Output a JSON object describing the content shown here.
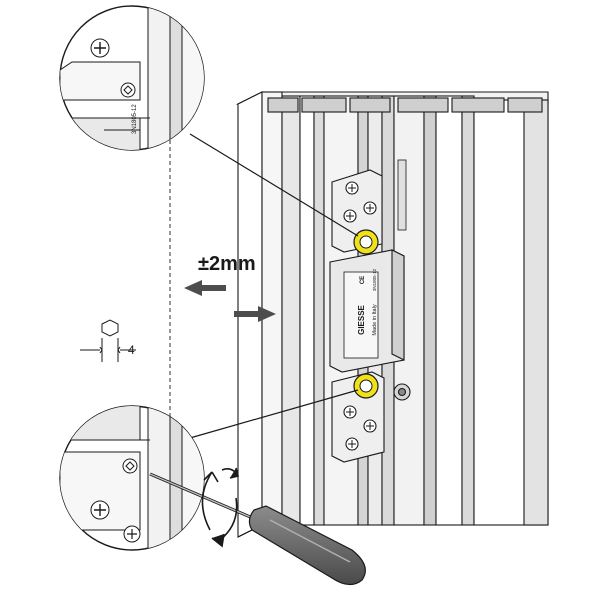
{
  "adjustment_label": "±2mm",
  "hex_key_size": "4",
  "hinge_code_top": "3N1805-12",
  "hinge_brand": "GIESSE",
  "hinge_mark": "CE",
  "hinge_origin": "Made in Italy",
  "hinge_code_body": "3N1805-12",
  "colors": {
    "highlight_screw": "#f1e11a",
    "profile_gray": "#d9d9d9",
    "line": "#1a1a1a"
  }
}
